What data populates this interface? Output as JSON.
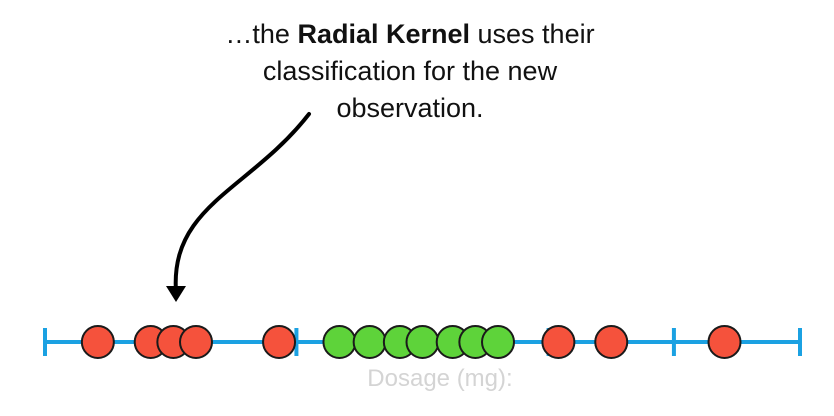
{
  "annotation": {
    "prefix": "…the ",
    "bold": "Radial Kernel",
    "line1_suffix": " uses their",
    "line2": "classification for the new",
    "line3": "observation."
  },
  "axis": {
    "label": "Dosage (mg):",
    "color": "#1ba1e2"
  },
  "colors": {
    "red": "#f5523c",
    "green": "#5ed33a",
    "outline": "#1a1a1a"
  },
  "chart_data": {
    "type": "scatter",
    "xlim": [
      0,
      100
    ],
    "tick_values": [
      0,
      33.3,
      66.7,
      83.3,
      100
    ],
    "points": [
      {
        "x": 7,
        "class": "red"
      },
      {
        "x": 14,
        "class": "red"
      },
      {
        "x": 17,
        "class": "red"
      },
      {
        "x": 20,
        "class": "red"
      },
      {
        "x": 31,
        "class": "red"
      },
      {
        "x": 39,
        "class": "green"
      },
      {
        "x": 43,
        "class": "green"
      },
      {
        "x": 47,
        "class": "green"
      },
      {
        "x": 50,
        "class": "green"
      },
      {
        "x": 54,
        "class": "green"
      },
      {
        "x": 57,
        "class": "green"
      },
      {
        "x": 60,
        "class": "green"
      },
      {
        "x": 68,
        "class": "red"
      },
      {
        "x": 75,
        "class": "red"
      },
      {
        "x": 90,
        "class": "red"
      }
    ],
    "arrow_target_x": 17
  }
}
